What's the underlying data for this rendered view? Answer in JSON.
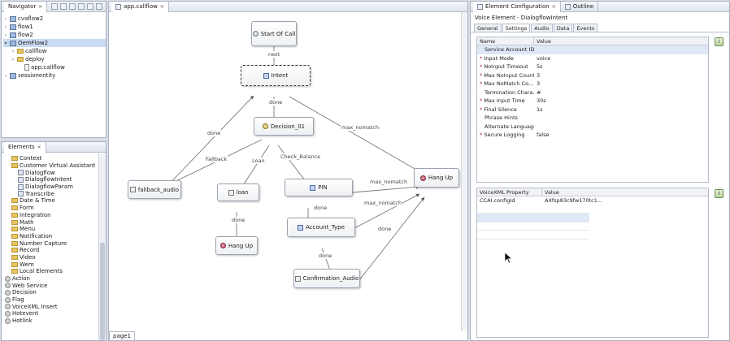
{
  "navigator": {
    "title": "Navigator",
    "items": [
      {
        "label": "cvaflow2",
        "level": 0,
        "type": "project"
      },
      {
        "label": "flow1",
        "level": 0,
        "type": "project"
      },
      {
        "label": "flow2",
        "level": 0,
        "type": "project"
      },
      {
        "label": "OemFlow2",
        "level": 0,
        "type": "project",
        "selected": true
      },
      {
        "label": "callflow",
        "level": 1,
        "type": "folder"
      },
      {
        "label": "deploy",
        "level": 1,
        "type": "folder"
      },
      {
        "label": "app.callflow",
        "level": 2,
        "type": "file"
      },
      {
        "label": "sessionentity",
        "level": 0,
        "type": "project"
      }
    ]
  },
  "elements": {
    "title": "Elements",
    "items": [
      {
        "label": "Context",
        "level": 1,
        "type": "folder"
      },
      {
        "label": "Customer Virtual Assistant",
        "level": 1,
        "type": "folder"
      },
      {
        "label": "Dialogflow",
        "level": 2,
        "type": "item"
      },
      {
        "label": "DialogflowIntent",
        "level": 2,
        "type": "item"
      },
      {
        "label": "DialogflowParam",
        "level": 2,
        "type": "item"
      },
      {
        "label": "Transcribe",
        "level": 2,
        "type": "item"
      },
      {
        "label": "Date & Time",
        "level": 1,
        "type": "folder"
      },
      {
        "label": "Form",
        "level": 1,
        "type": "folder"
      },
      {
        "label": "Integration",
        "level": 1,
        "type": "folder"
      },
      {
        "label": "Math",
        "level": 1,
        "type": "folder"
      },
      {
        "label": "Menu",
        "level": 1,
        "type": "folder"
      },
      {
        "label": "Notification",
        "level": 1,
        "type": "folder"
      },
      {
        "label": "Number Capture",
        "level": 1,
        "type": "folder"
      },
      {
        "label": "Record",
        "level": 1,
        "type": "folder"
      },
      {
        "label": "Video",
        "level": 1,
        "type": "folder"
      },
      {
        "label": "Wem",
        "level": 1,
        "type": "folder"
      },
      {
        "label": "Local Elements",
        "level": 1,
        "type": "folder"
      },
      {
        "label": "Action",
        "level": 0,
        "type": "round"
      },
      {
        "label": "Web Service",
        "level": 0,
        "type": "round"
      },
      {
        "label": "Decision",
        "level": 0,
        "type": "round"
      },
      {
        "label": "Flag",
        "level": 0,
        "type": "round"
      },
      {
        "label": "VoiceXML Insert",
        "level": 0,
        "type": "round"
      },
      {
        "label": "Hotevent",
        "level": 0,
        "type": "round"
      },
      {
        "label": "Hotlink",
        "level": 0,
        "type": "round"
      }
    ]
  },
  "editor": {
    "tab": "app.callflow",
    "page_tab": "page1",
    "nodes": {
      "start": {
        "label": "Start Of Call",
        "icon": "start"
      },
      "intent": {
        "label": "Intent",
        "icon": "df"
      },
      "decision": {
        "label": "Decision_01",
        "icon": "dec"
      },
      "fallback": {
        "label": "fallback_audio",
        "icon": "aud"
      },
      "loan": {
        "label": "loan",
        "icon": "aud"
      },
      "pin": {
        "label": "PIN",
        "icon": "df"
      },
      "hangup_right": {
        "label": "Hang Up",
        "icon": "hang"
      },
      "hangup_loan": {
        "label": "Hang Up",
        "icon": "hang"
      },
      "account": {
        "label": "Account_Type",
        "icon": "df"
      },
      "confirm": {
        "label": "Confirmation_Audio",
        "icon": "aud"
      }
    },
    "edge_labels": {
      "next": "next",
      "intent_done": "done",
      "fallback_done": "done",
      "max_nomatch_intent": "max_nomatch",
      "fallback": "Fallback",
      "loan": "Loan",
      "check_balance": "Check_Balance",
      "pin_max_nomatch": "max_nomatch",
      "pin_done": "done",
      "account_max_nomatch": "max_nomatch",
      "loan_done": "done",
      "account_done": "done",
      "confirm_done": "done"
    }
  },
  "config": {
    "tab": "Element Configuration",
    "tab2": "Outline",
    "subtitle": "Voice Element - DialogflowIntent",
    "subtabs": [
      "General",
      "Settings",
      "Audio",
      "Data",
      "Events"
    ],
    "active_subtab": "Settings",
    "settings_headers": [
      "Name",
      "Value"
    ],
    "settings": [
      {
        "name": "Service Account ID",
        "value": "",
        "required": false
      },
      {
        "name": "Input Mode",
        "value": "voice",
        "required": true
      },
      {
        "name": "NoInput Timeout",
        "value": "5s",
        "required": true
      },
      {
        "name": "Max NoInput Count",
        "value": "3",
        "required": true
      },
      {
        "name": "Max NoMatch Co...",
        "value": "3",
        "required": true
      },
      {
        "name": "Termination Chara...",
        "value": "#",
        "required": false
      },
      {
        "name": "Max Input Time",
        "value": "30s",
        "required": true
      },
      {
        "name": "Final Silence",
        "value": "1s",
        "required": true
      },
      {
        "name": "Phrase Hints",
        "value": "",
        "required": false
      },
      {
        "name": "Alternate Languages",
        "value": "",
        "required": false
      },
      {
        "name": "Secure Logging",
        "value": "false",
        "required": true
      }
    ],
    "vxml_headers": [
      "VoiceXML Property",
      "Value"
    ],
    "vxml": [
      {
        "name": "CCAI.configId",
        "value": "AXfsp83c9fw170tc1..."
      }
    ]
  }
}
